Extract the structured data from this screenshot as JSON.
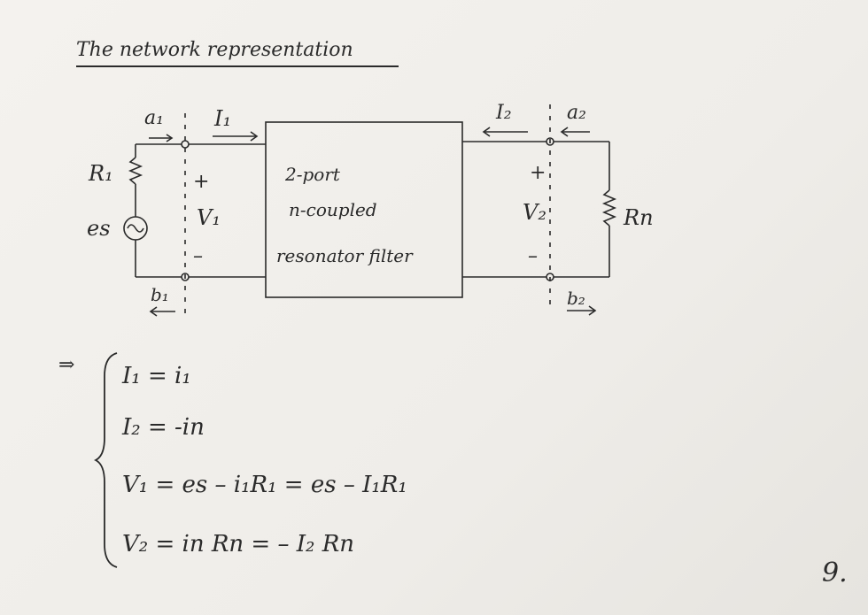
{
  "title": "The network representation",
  "labels": {
    "a1": "a₁",
    "I1": "I₁",
    "I2": "I₂",
    "a2": "a₂",
    "R1": "R₁",
    "es": "es",
    "plus1": "+",
    "V1": "V₁",
    "minus1": "–",
    "b1": "b₁",
    "box_line1": "2-port",
    "box_line2": "n-coupled",
    "box_line3": "resonator filter",
    "plus2": "+",
    "V2": "V₂",
    "minus2": "–",
    "Rn": "Rn",
    "b2": "b₂"
  },
  "equations": {
    "implies": "⇒",
    "eq1": "I₁ = i₁",
    "eq2": "I₂ = -in",
    "eq3": "V₁ = es – i₁R₁  = es – I₁R₁",
    "eq4": "V₂ = in Rn  =  – I₂ Rn"
  },
  "page_number": "9."
}
